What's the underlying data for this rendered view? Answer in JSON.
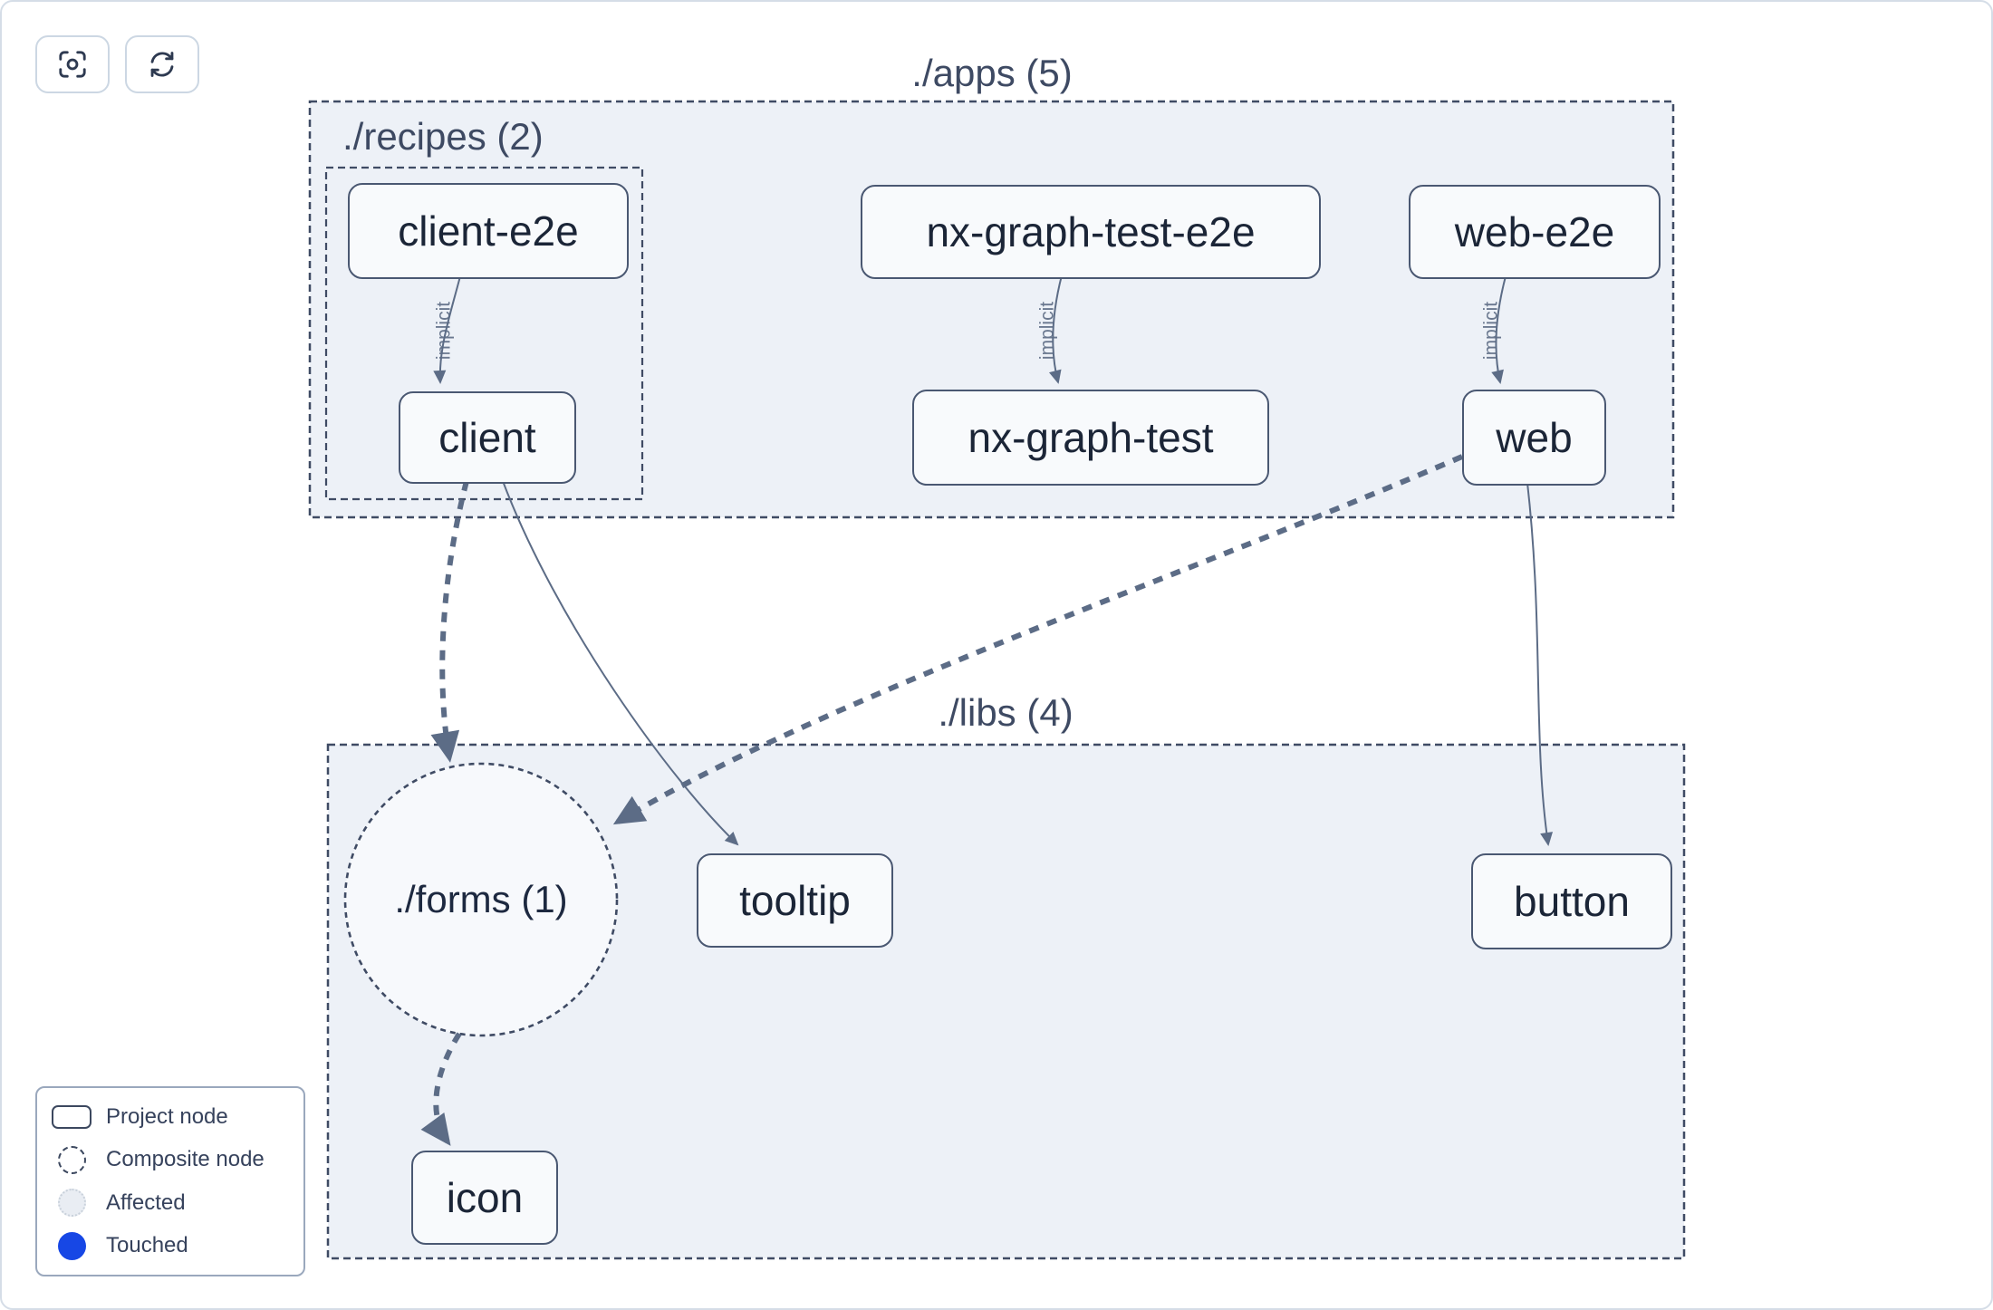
{
  "toolbar": {
    "buttons": [
      {
        "name": "focus-reset",
        "icon": "scan-focus-icon"
      },
      {
        "name": "refresh",
        "icon": "refresh-icon"
      }
    ]
  },
  "graph": {
    "groups": {
      "apps": "./apps (5)",
      "recipes": "./recipes (2)",
      "libs": "./libs (4)"
    },
    "composite": {
      "forms": "./forms (1)"
    },
    "nodes": {
      "client_e2e": "client-e2e",
      "nx_graph_test_e2e": "nx-graph-test-e2e",
      "web_e2e": "web-e2e",
      "client": "client",
      "nx_graph_test": "nx-graph-test",
      "web": "web",
      "tooltip": "tooltip",
      "button": "button",
      "icon": "icon"
    },
    "edge_labels": {
      "implicit": "implicit"
    },
    "edges": [
      {
        "from": "client-e2e",
        "to": "client",
        "type": "implicit"
      },
      {
        "from": "nx-graph-test-e2e",
        "to": "nx-graph-test",
        "type": "implicit"
      },
      {
        "from": "web-e2e",
        "to": "web",
        "type": "implicit"
      },
      {
        "from": "client",
        "to": "./forms (1)",
        "type": "dependency"
      },
      {
        "from": "client",
        "to": "tooltip",
        "type": "dependency"
      },
      {
        "from": "web",
        "to": "./forms (1)",
        "type": "dependency"
      },
      {
        "from": "web",
        "to": "button",
        "type": "dependency"
      },
      {
        "from": "./forms (1)",
        "to": "icon",
        "type": "dependency"
      }
    ]
  },
  "legend": {
    "items": [
      {
        "label": "Project node",
        "swatch": "project-node-swatch"
      },
      {
        "label": "Composite node",
        "swatch": "composite-node-swatch"
      },
      {
        "label": "Affected",
        "swatch": "affected-swatch"
      },
      {
        "label": "Touched",
        "swatch": "touched-swatch"
      }
    ]
  },
  "colors": {
    "container_fill": "#edf1f7",
    "composite_fill": "#f7f9fc",
    "node_fill": "#f8fafc",
    "node_border": "#4a5872",
    "dashed_border": "#3f4b64",
    "edge": "#5c6c86",
    "group_title": "#3e4a63",
    "node_text": "#1b2537",
    "touched_blue": "#1747e5"
  }
}
